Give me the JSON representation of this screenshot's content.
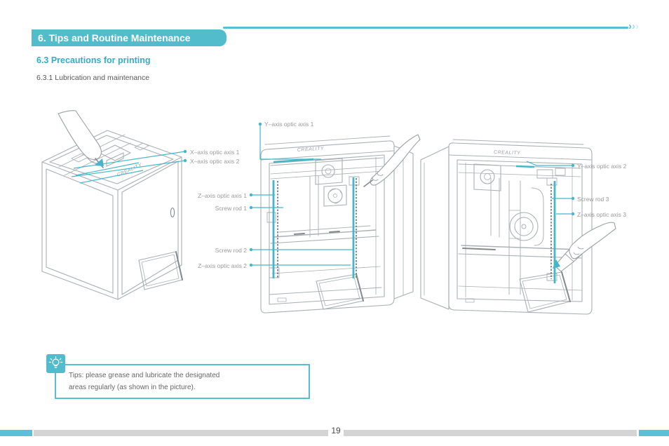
{
  "header": {
    "banner_title": "6. Tips and Routine Maintenance",
    "chevron": "›"
  },
  "sections": {
    "section_title": "6.3 Precautions for printing",
    "subsection_title": "6.3.1 Lubrication and maintenance"
  },
  "figure": {
    "brand_logo": "CREALITY",
    "callouts": [
      {
        "id": "y-axis-optic-axis-1",
        "label": "Y–axis optic axis 1"
      },
      {
        "id": "x-axis-optic-axis-1",
        "label": "X–axis optic axis 1"
      },
      {
        "id": "x-axis-optic-axis-2",
        "label": "X–axis optic axis 2"
      },
      {
        "id": "z-axis-optic-axis-1",
        "label": "Z–axis optic axis 1"
      },
      {
        "id": "screw-rod-1",
        "label": "Screw rod 1"
      },
      {
        "id": "screw-rod-2",
        "label": "Screw rod 2"
      },
      {
        "id": "z-axis-optic-axis-2",
        "label": "Z–axis optic axis 2"
      },
      {
        "id": "y-axis-optic-axis-2",
        "label": "Y–axis optic axis 2"
      },
      {
        "id": "screw-rod-3",
        "label": "Screw rod 3"
      },
      {
        "id": "z-axis-optic-axis-3",
        "label": "Z–axis optic axis 3"
      }
    ]
  },
  "tips": {
    "line1": "Tips: please grease and lubricate the designated",
    "line2": "areas regularly (as shown in the picture)."
  },
  "footer": {
    "page_number": "19"
  },
  "colors": {
    "accent_teal": "#52BCCC",
    "callout_teal": "#45B6CA",
    "label_gray": "#9A9A9A",
    "body_text": "#595757",
    "line_art_gray": "#A9AFB2"
  }
}
